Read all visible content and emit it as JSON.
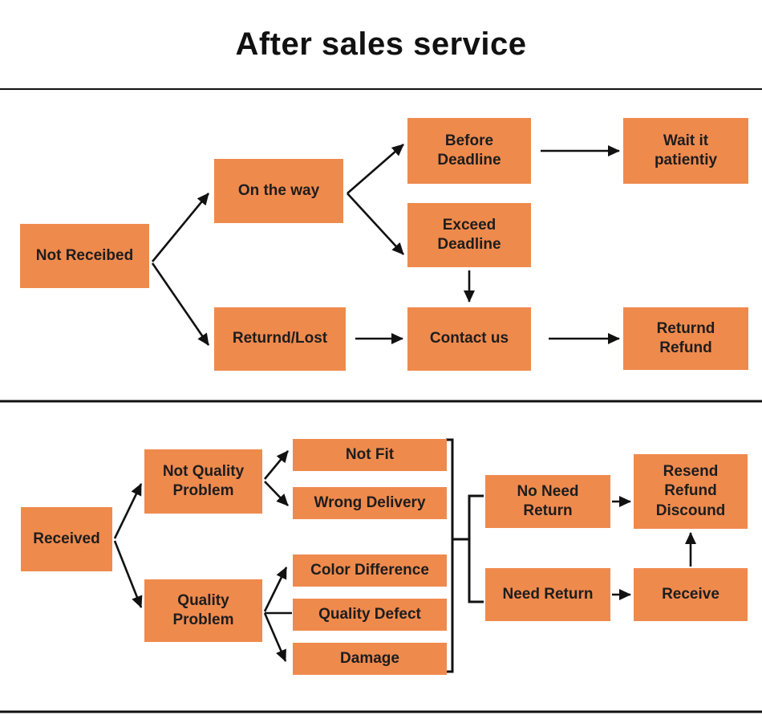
{
  "title": "After sales service",
  "colors": {
    "box_fill": "#EF8A4D",
    "box_text": "#1d1d1d",
    "line": "#111111",
    "background": "#ffffff"
  },
  "nodes": {
    "not_received": "Not Receibed",
    "on_the_way": "On the way",
    "before_deadline": "Before\nDeadline",
    "wait_patiently": "Wait it\npatientiy",
    "exceed_deadline": "Exceed\nDeadline",
    "returnd_lost": "Returnd/Lost",
    "contact_us": "Contact us",
    "returnd_refund": "Returnd\nRefund",
    "received": "Received",
    "not_quality_problem": "Not Quality\nProblem",
    "quality_problem": "Quality\nProblem",
    "not_fit": "Not Fit",
    "wrong_delivery": "Wrong Delivery",
    "color_difference": "Color Difference",
    "quality_defect": "Quality Defect",
    "damage": "Damage",
    "no_need_return": "No Need\nReturn",
    "resend_refund_discound": "Resend\nRefund\nDiscound",
    "need_return": "Need Return",
    "receive": "Receive"
  }
}
